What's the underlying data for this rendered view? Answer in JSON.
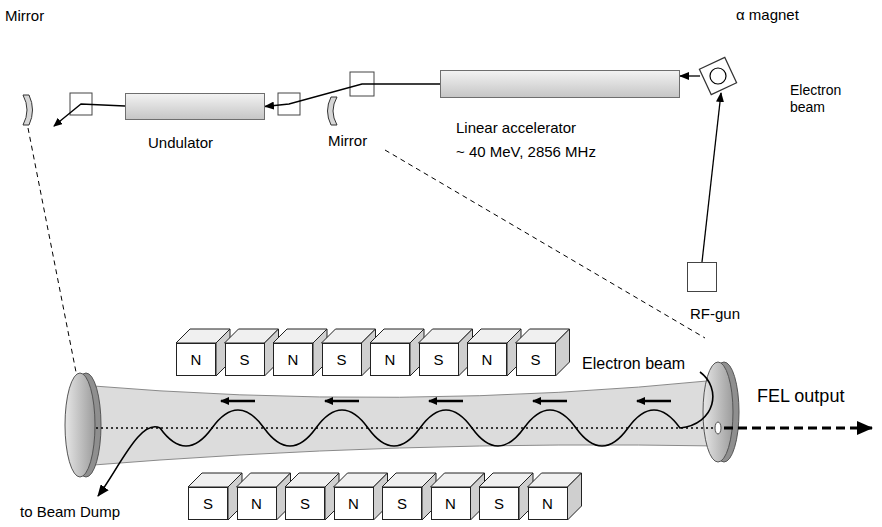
{
  "diagram": {
    "nodes": [
      {
        "text": [
          "α magnet"
        ]
      },
      {
        "text": [
          "RF-gun"
        ]
      },
      {
        "text": [
          "Linear accelerator",
          "~ 40 MeV, 2856 MHz"
        ]
      },
      {
        "text": [
          "Mirror"
        ]
      },
      {
        "text": [
          "Undulator"
        ]
      },
      {
        "text": [
          "Mirror"
        ]
      },
      {
        "text": [
          "N"
        ]
      },
      {
        "text": [
          "S"
        ]
      },
      {
        "text": [
          "N"
        ]
      },
      {
        "text": [
          "S"
        ]
      },
      {
        "text": [
          "N"
        ]
      },
      {
        "text": [
          "S"
        ]
      },
      {
        "text": [
          "N"
        ]
      },
      {
        "text": [
          "S"
        ]
      },
      {
        "text": [
          "S"
        ]
      },
      {
        "text": [
          "N"
        ]
      },
      {
        "text": [
          "S"
        ]
      },
      {
        "text": [
          "N"
        ]
      },
      {
        "text": [
          "S"
        ]
      },
      {
        "text": [
          "N"
        ]
      },
      {
        "text": [
          "S"
        ]
      },
      {
        "text": [
          "N"
        ]
      }
    ],
    "edges": [
      {
        "from": 1,
        "to": 0,
        "arrow": "to"
      },
      {
        "from": 0,
        "to": 2,
        "arrow": "to"
      },
      {
        "from": 2,
        "to": 4,
        "arrow": "to"
      }
    ],
    "labels": [
      "Electron beam",
      "Electron beam",
      "FEL output",
      "to Beam Dump"
    ]
  }
}
